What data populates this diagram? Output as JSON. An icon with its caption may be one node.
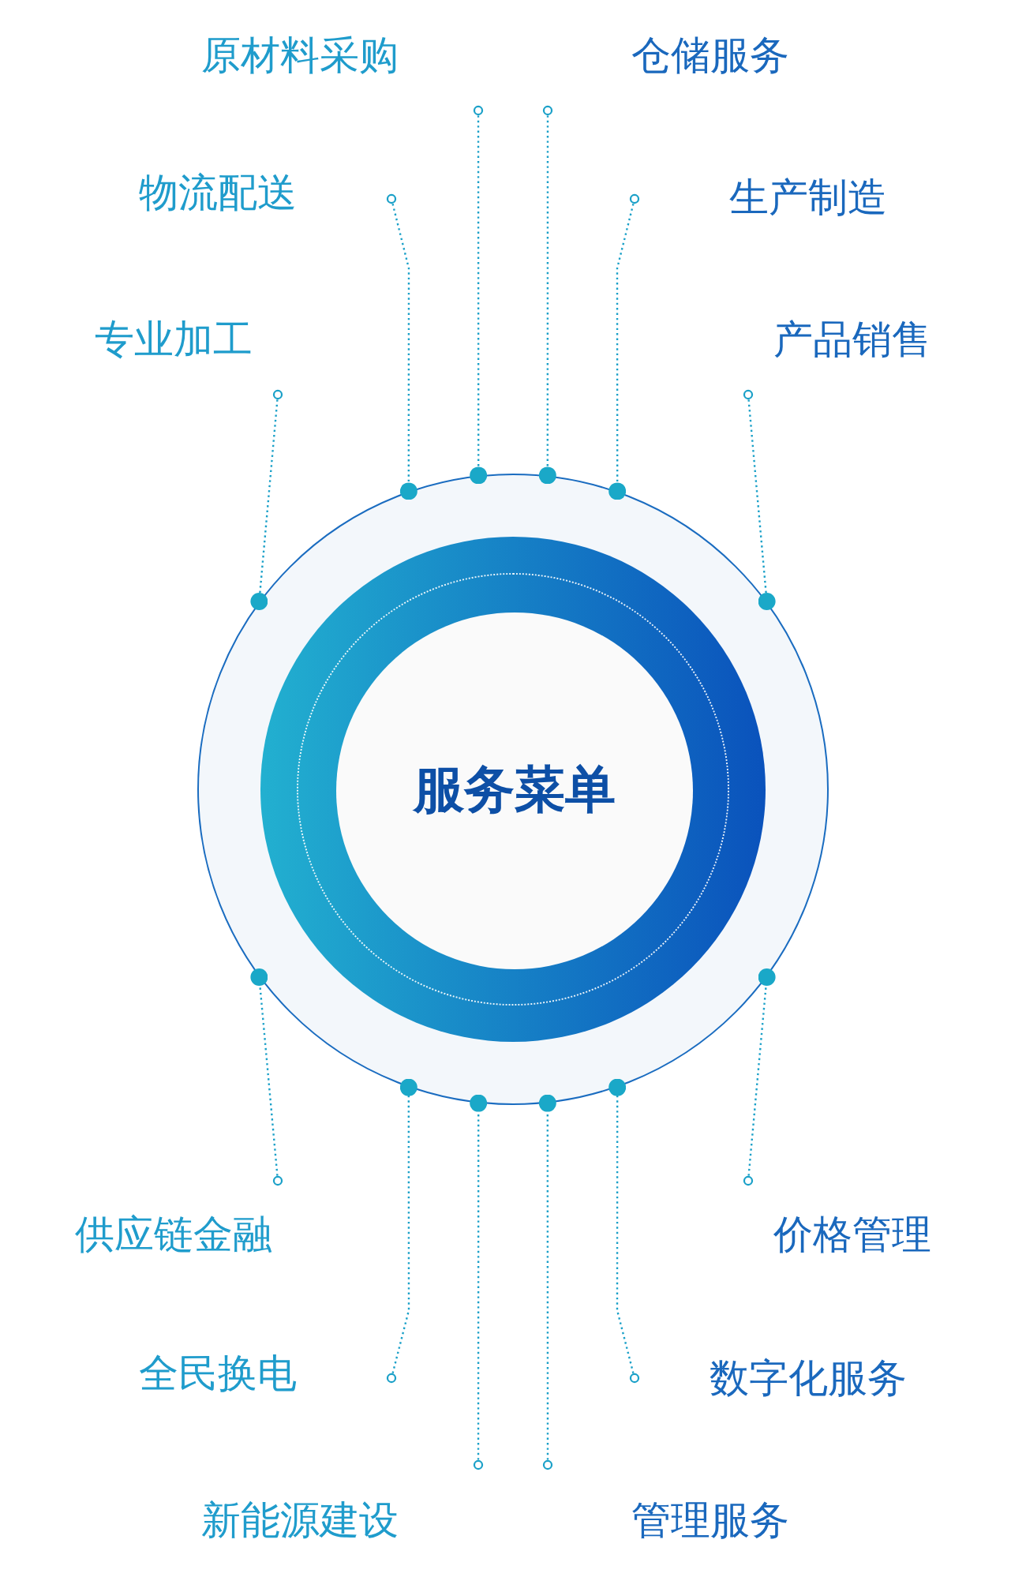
{
  "diagram": {
    "nodes": [
      {
        "text": [],
        "shape": "circle"
      },
      {
        "text": [
          "服务菜单"
        ],
        "in": 0
      },
      {
        "text": [
          "原材料采购"
        ]
      },
      {
        "text": [
          "仓储服务"
        ]
      },
      {
        "text": [
          "物流配送"
        ]
      },
      {
        "text": [
          "生产制造"
        ]
      },
      {
        "text": [
          "专业加工"
        ]
      },
      {
        "text": [
          "产品销售"
        ]
      },
      {
        "text": [
          "供应链金融"
        ]
      },
      {
        "text": [
          "价格管理"
        ]
      },
      {
        "text": [
          "全民换电"
        ]
      },
      {
        "text": [
          "数字化服务"
        ]
      },
      {
        "text": [
          "新能源建设"
        ]
      },
      {
        "text": [
          "管理服务"
        ]
      }
    ],
    "edges": [
      {
        "from": 2,
        "to": 0,
        "arrow": "other"
      },
      {
        "from": 3,
        "to": 0,
        "arrow": "other"
      },
      {
        "from": 4,
        "to": 0,
        "arrow": "other"
      },
      {
        "from": 5,
        "to": 0,
        "arrow": "other"
      },
      {
        "from": 6,
        "to": 0,
        "arrow": "other"
      },
      {
        "from": 7,
        "to": 0,
        "arrow": "other"
      },
      {
        "from": 8,
        "to": 0,
        "arrow": "other"
      },
      {
        "from": 9,
        "to": 0,
        "arrow": "other"
      },
      {
        "from": 10,
        "to": 0,
        "arrow": "other"
      },
      {
        "from": 11,
        "to": 0,
        "arrow": "other"
      },
      {
        "from": 12,
        "to": 0,
        "arrow": "other"
      },
      {
        "from": 13,
        "to": 0,
        "arrow": "other"
      }
    ]
  }
}
